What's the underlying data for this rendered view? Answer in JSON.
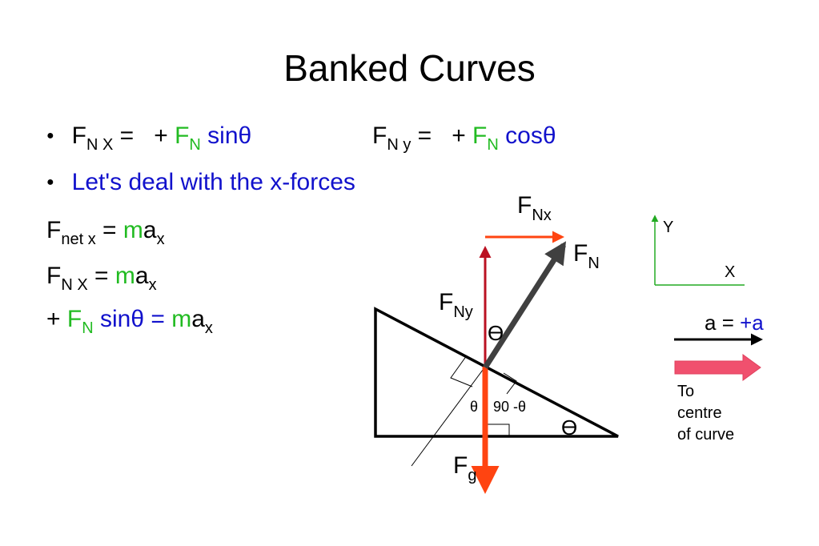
{
  "title": "Banked Curves",
  "bullets": {
    "b1": {
      "fnx": {
        "f": "F",
        "sub": "N X",
        "eq": " =   + ",
        "fn": "F",
        "fn_sub": "N",
        "trig": " sinθ"
      },
      "fny": {
        "f": "F",
        "sub": "N y",
        "eq": " =   + ",
        "fn": "F",
        "fn_sub": "N",
        "trig": " cosθ"
      }
    },
    "b2": "Let's deal with the x-forces"
  },
  "equations": {
    "e1": {
      "f": "F",
      "sub": "net x",
      "eq": " = ",
      "m": "m",
      "a": "a",
      "a_sub": "x"
    },
    "e2": {
      "f": "F",
      "sub": "N X",
      "eq": " = ",
      "m": "m",
      "a": "a",
      "a_sub": "x"
    },
    "e3": {
      "plus": "+ ",
      "fn": "F",
      "fn_sub": "N",
      "trig": " sinθ = ",
      "m": "m",
      "a": "a",
      "a_sub": "x"
    }
  },
  "diagram": {
    "fnx": {
      "f": "F",
      "sub": "Nx"
    },
    "fn": {
      "f": "F",
      "sub": "N"
    },
    "fny": {
      "f": "F",
      "sub": "Ny"
    },
    "fg": {
      "f": "F",
      "sub": "g"
    },
    "theta_top": "ϴ",
    "theta_bottom": "ϴ",
    "theta_small": "θ",
    "ninety": "90 -θ",
    "axis_y": "Y",
    "axis_x": "X",
    "accel": {
      "a": "a",
      "eq": " = ",
      "val": "+a"
    },
    "to_centre": [
      "To",
      "centre",
      "of curve"
    ]
  },
  "colors": {
    "green": "#22bb22",
    "blue": "#1111cc",
    "red": "#ff4411",
    "darkred": "#bb1122",
    "arrow_pink": "#f0506e",
    "gray_arrow": "#404040"
  }
}
